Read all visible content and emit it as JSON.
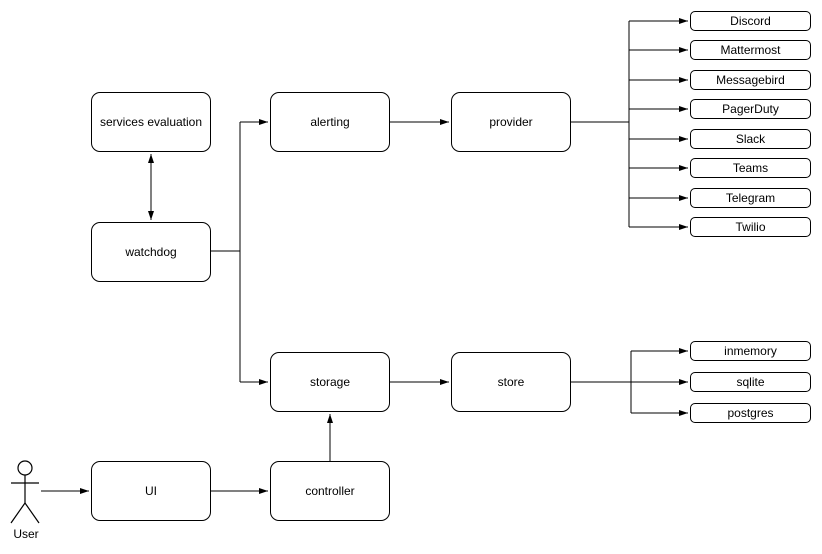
{
  "diagram": {
    "nodes": {
      "services_evaluation": "services evaluation",
      "watchdog": "watchdog",
      "alerting": "alerting",
      "provider": "provider",
      "storage": "storage",
      "store": "store",
      "ui": "UI",
      "controller": "controller"
    },
    "providers": [
      "Discord",
      "Mattermost",
      "Messagebird",
      "PagerDuty",
      "Slack",
      "Teams",
      "Telegram",
      "Twilio"
    ],
    "stores": [
      "inmemory",
      "sqlite",
      "postgres"
    ],
    "actor": "User",
    "colors": {
      "stroke": "#000000",
      "node_fill": "#ffffff",
      "background": "#ffffff"
    }
  }
}
